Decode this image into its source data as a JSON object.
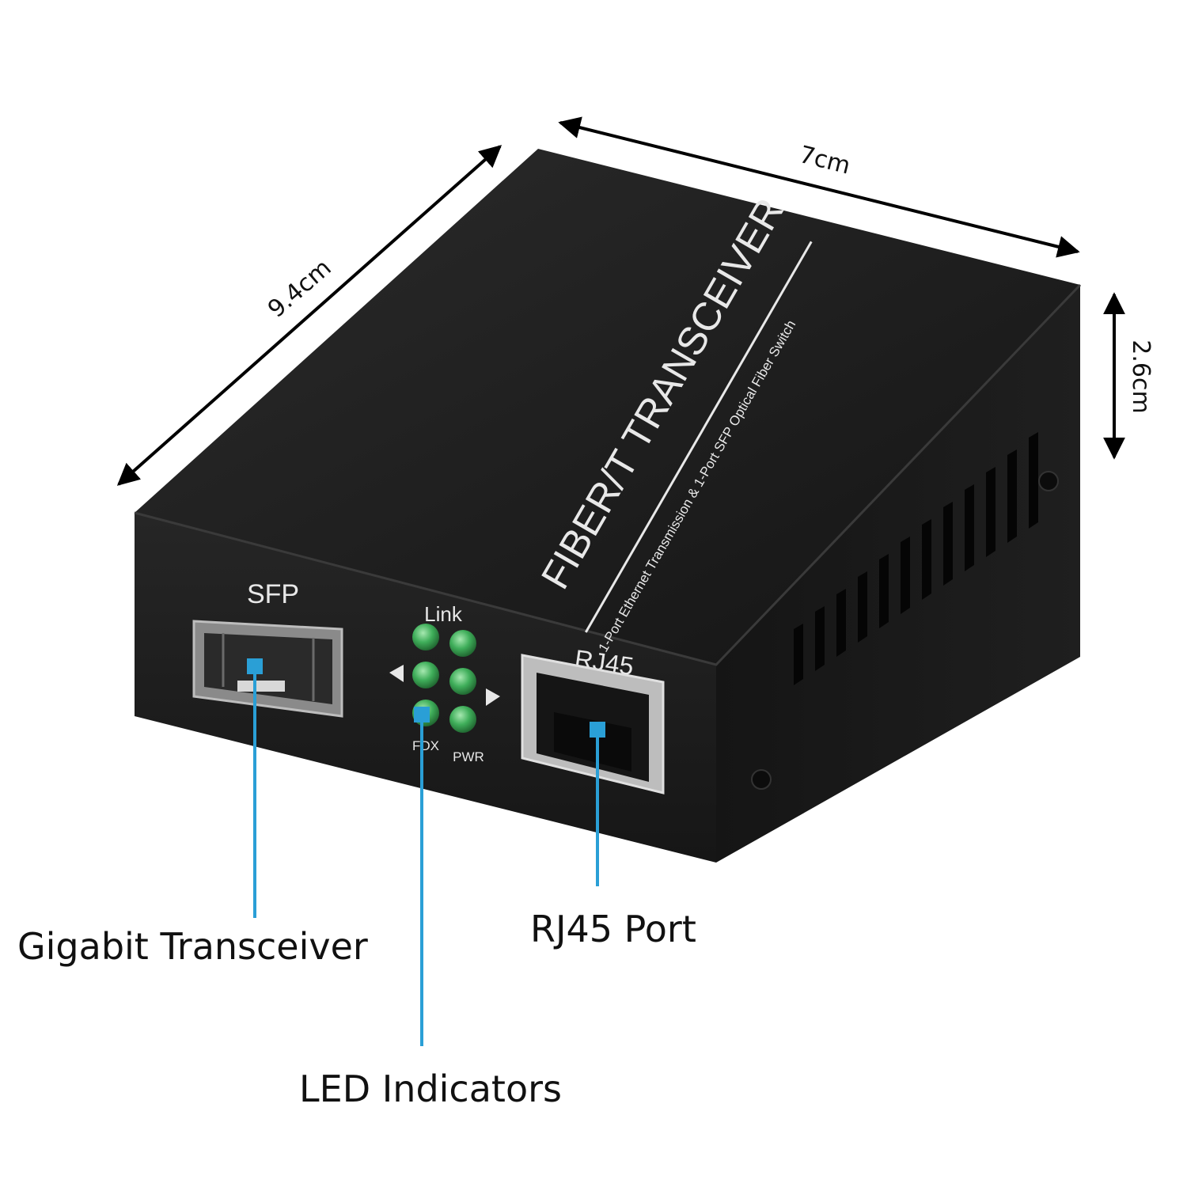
{
  "dimensions": {
    "width": "7cm",
    "depth": "9.4cm",
    "height": "2.6cm"
  },
  "device": {
    "title": "FIBER/T TRANSCEIVER",
    "subtitle": "1-Port Ethernet Transmission & 1-Port SFP Optical Fiber Switch",
    "sfp_label": "SFP",
    "link_label": "Link",
    "fdx_label": "FDX",
    "pwr_label": "PWR",
    "rj45_label": "RJ45"
  },
  "callouts": {
    "sfp": "Gigabit Transceiver",
    "led": "LED Indicators",
    "rj45": "RJ45 Port"
  },
  "colors": {
    "callout": "#2a9fd6",
    "led": "#3fae5a",
    "body": "#1a1a1a"
  }
}
